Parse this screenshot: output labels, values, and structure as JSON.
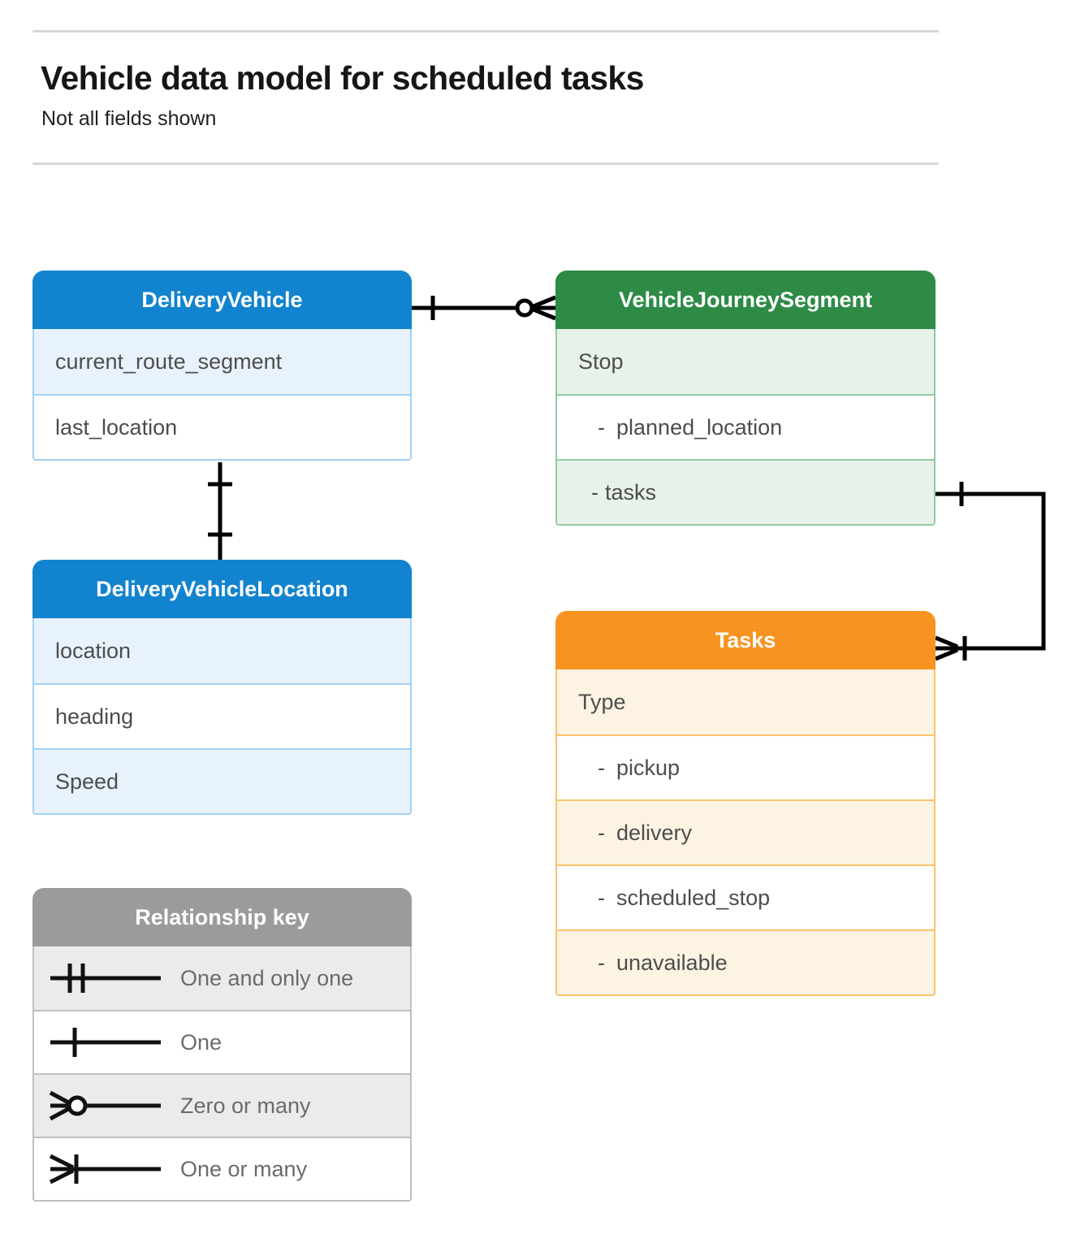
{
  "header": {
    "title": "Vehicle data model for scheduled tasks",
    "subtitle": "Not all fields shown"
  },
  "colors": {
    "blue_header": "#1283ce",
    "blue_row": "#e8f2fd",
    "blue_border": "#a3d1f4",
    "green_header": "#2e8b46",
    "green_row": "#e7f2ea",
    "green_border": "#93c9a4",
    "orange_header": "#f79421",
    "orange_row": "#fdf3e3",
    "orange_border": "#f9c36c",
    "gray_header": "#9b9b9b",
    "gray_row": "#ebebeb",
    "gray_border": "#bfbfbf",
    "connector": "#000000"
  },
  "entities": [
    {
      "id": "delivery-vehicle",
      "title": "DeliveryVehicle",
      "theme": "blue",
      "rows": [
        {
          "label": "current_route_segment",
          "sub": false
        },
        {
          "label": "last_location",
          "sub": false
        }
      ]
    },
    {
      "id": "vehicle-journey-segment",
      "title": "VehicleJourneySegment",
      "theme": "green",
      "rows": [
        {
          "label": "Stop",
          "sub": false
        },
        {
          "label": "planned_location",
          "sub": true,
          "dash": "-"
        },
        {
          "label": "tasks",
          "sub": true,
          "dash": "-"
        }
      ]
    },
    {
      "id": "delivery-vehicle-location",
      "title": "DeliveryVehicleLocation",
      "theme": "blue",
      "rows": [
        {
          "label": "location",
          "sub": false
        },
        {
          "label": "heading",
          "sub": false
        },
        {
          "label": "Speed",
          "sub": false
        }
      ]
    },
    {
      "id": "tasks",
      "title": "Tasks",
      "theme": "orange",
      "rows": [
        {
          "label": "Type",
          "sub": false
        },
        {
          "label": "pickup",
          "sub": true,
          "dash": "-"
        },
        {
          "label": "delivery",
          "sub": true,
          "dash": "-"
        },
        {
          "label": "scheduled_stop",
          "sub": true,
          "dash": "-"
        },
        {
          "label": "unavailable",
          "sub": true,
          "dash": "-"
        }
      ]
    }
  ],
  "legend": {
    "title": "Relationship key",
    "items": [
      {
        "symbol": "one-and-only-one",
        "label": "One and only one"
      },
      {
        "symbol": "one",
        "label": "One"
      },
      {
        "symbol": "zero-or-many",
        "label": "Zero or many"
      },
      {
        "symbol": "one-or-many",
        "label": "One or many"
      }
    ]
  },
  "relationships": [
    {
      "id": "vehicle-to-journey-segment",
      "from": "DeliveryVehicle",
      "to": "VehicleJourneySegment",
      "from_cardinality": "One",
      "to_cardinality": "Zero or many"
    },
    {
      "id": "vehicle-to-vehicle-location",
      "from": "DeliveryVehicle",
      "to": "DeliveryVehicleLocation",
      "from_cardinality": "One",
      "to_cardinality": "One"
    },
    {
      "id": "journey-segment-tasks-to-tasks",
      "from": "VehicleJourneySegment.tasks",
      "to": "Tasks",
      "from_cardinality": "One",
      "to_cardinality": "One or many"
    }
  ]
}
